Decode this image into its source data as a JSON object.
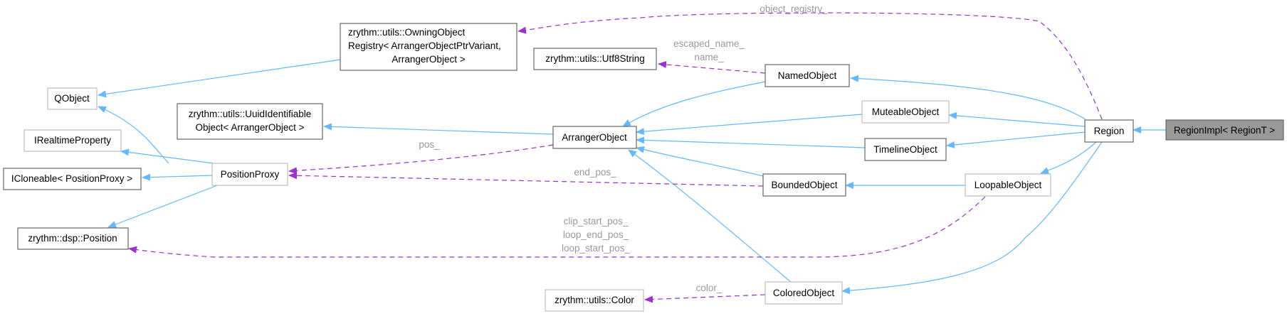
{
  "nodes": {
    "region_impl": [
      "RegionImpl< RegionT >"
    ],
    "region": [
      "Region"
    ],
    "owning_registry": [
      "zrythm::utils::OwningObject",
      "Registry< ArrangerObjectPtrVariant,",
      "ArrangerObject >"
    ],
    "utf8string": [
      "zrythm::utils::Utf8String"
    ],
    "named_object": [
      "NamedObject"
    ],
    "qobject": [
      "QObject"
    ],
    "uuid_identifiable": [
      "zrythm::utils::UuidIdentifiable",
      "Object< ArrangerObject >"
    ],
    "arranger_object": [
      "ArrangerObject"
    ],
    "muteable_object": [
      "MuteableObject"
    ],
    "timeline_object": [
      "TimelineObject"
    ],
    "irealtime_property": [
      "IRealtimeProperty"
    ],
    "icloneable": [
      "ICloneable< PositionProxy >"
    ],
    "position_proxy": [
      "PositionProxy"
    ],
    "bounded_object": [
      "BoundedObject"
    ],
    "loopable_object": [
      "LoopableObject"
    ],
    "dsp_position": [
      "zrythm::dsp::Position"
    ],
    "utils_color": [
      "zrythm::utils::Color"
    ],
    "colored_object": [
      "ColoredObject"
    ]
  },
  "edge_labels": {
    "object_registry": [
      "object_registry_"
    ],
    "escaped_name": [
      "escaped_name_",
      "name_"
    ],
    "pos": [
      "pos_"
    ],
    "end_pos": [
      "end_pos_"
    ],
    "clip_loop": [
      "clip_start_pos_",
      "loop_end_pos_",
      "loop_start_pos_"
    ],
    "color": [
      "color_"
    ]
  },
  "colors": {
    "inheritance_edge": "#63b8ff",
    "member_edge": "#9a32cd",
    "edge_label": "#9a9a9a",
    "focus_node_fill": "#999999"
  }
}
